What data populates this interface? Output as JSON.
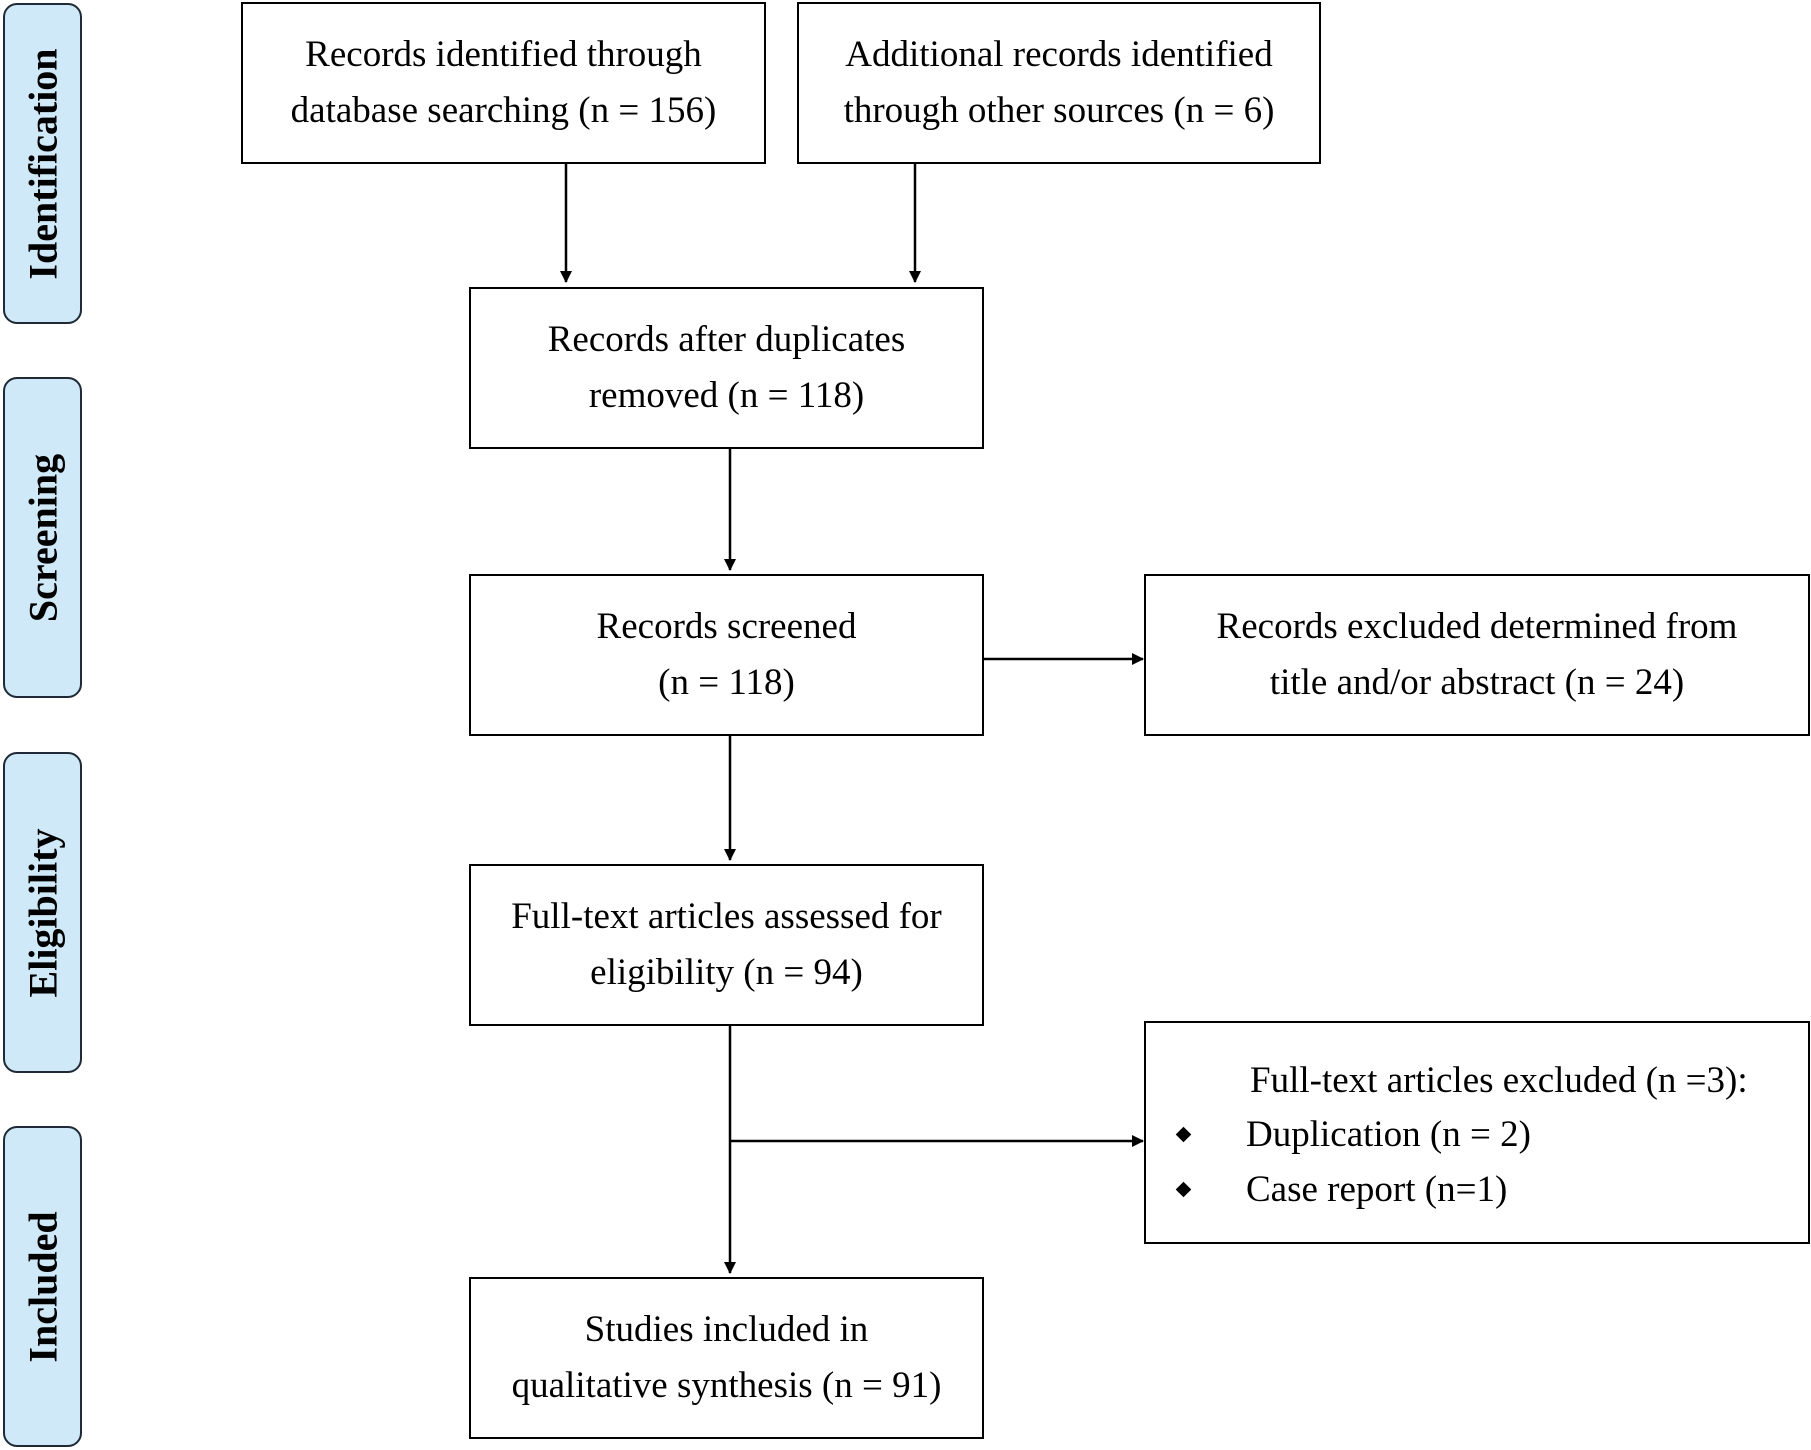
{
  "phases": {
    "identification": "Identification",
    "screening": "Screening",
    "eligibility": "Eligibility",
    "included": "Included"
  },
  "boxes": {
    "database": {
      "line1": "Records identified through",
      "line2": "database searching (n = 156)"
    },
    "other_sources": {
      "line1": "Additional records identified",
      "line2": "through other sources (n = 6)"
    },
    "after_duplicates": {
      "line1": "Records after duplicates",
      "line2": "removed (n = 118)"
    },
    "screened": {
      "line1": "Records screened",
      "line2": "(n = 118)"
    },
    "excluded_title": {
      "line1": "Records excluded determined from",
      "line2": "title and/or abstract (n = 24)"
    },
    "fulltext": {
      "line1": "Full-text articles assessed for",
      "line2": "eligibility (n = 94)"
    },
    "fulltext_excluded": {
      "title": "Full-text articles excluded (n =3):",
      "items": [
        "Duplication (n = 2)",
        "Case report (n=1)"
      ]
    },
    "included": {
      "line1": "Studies included in",
      "line2": "qualitative synthesis (n = 91)"
    }
  }
}
